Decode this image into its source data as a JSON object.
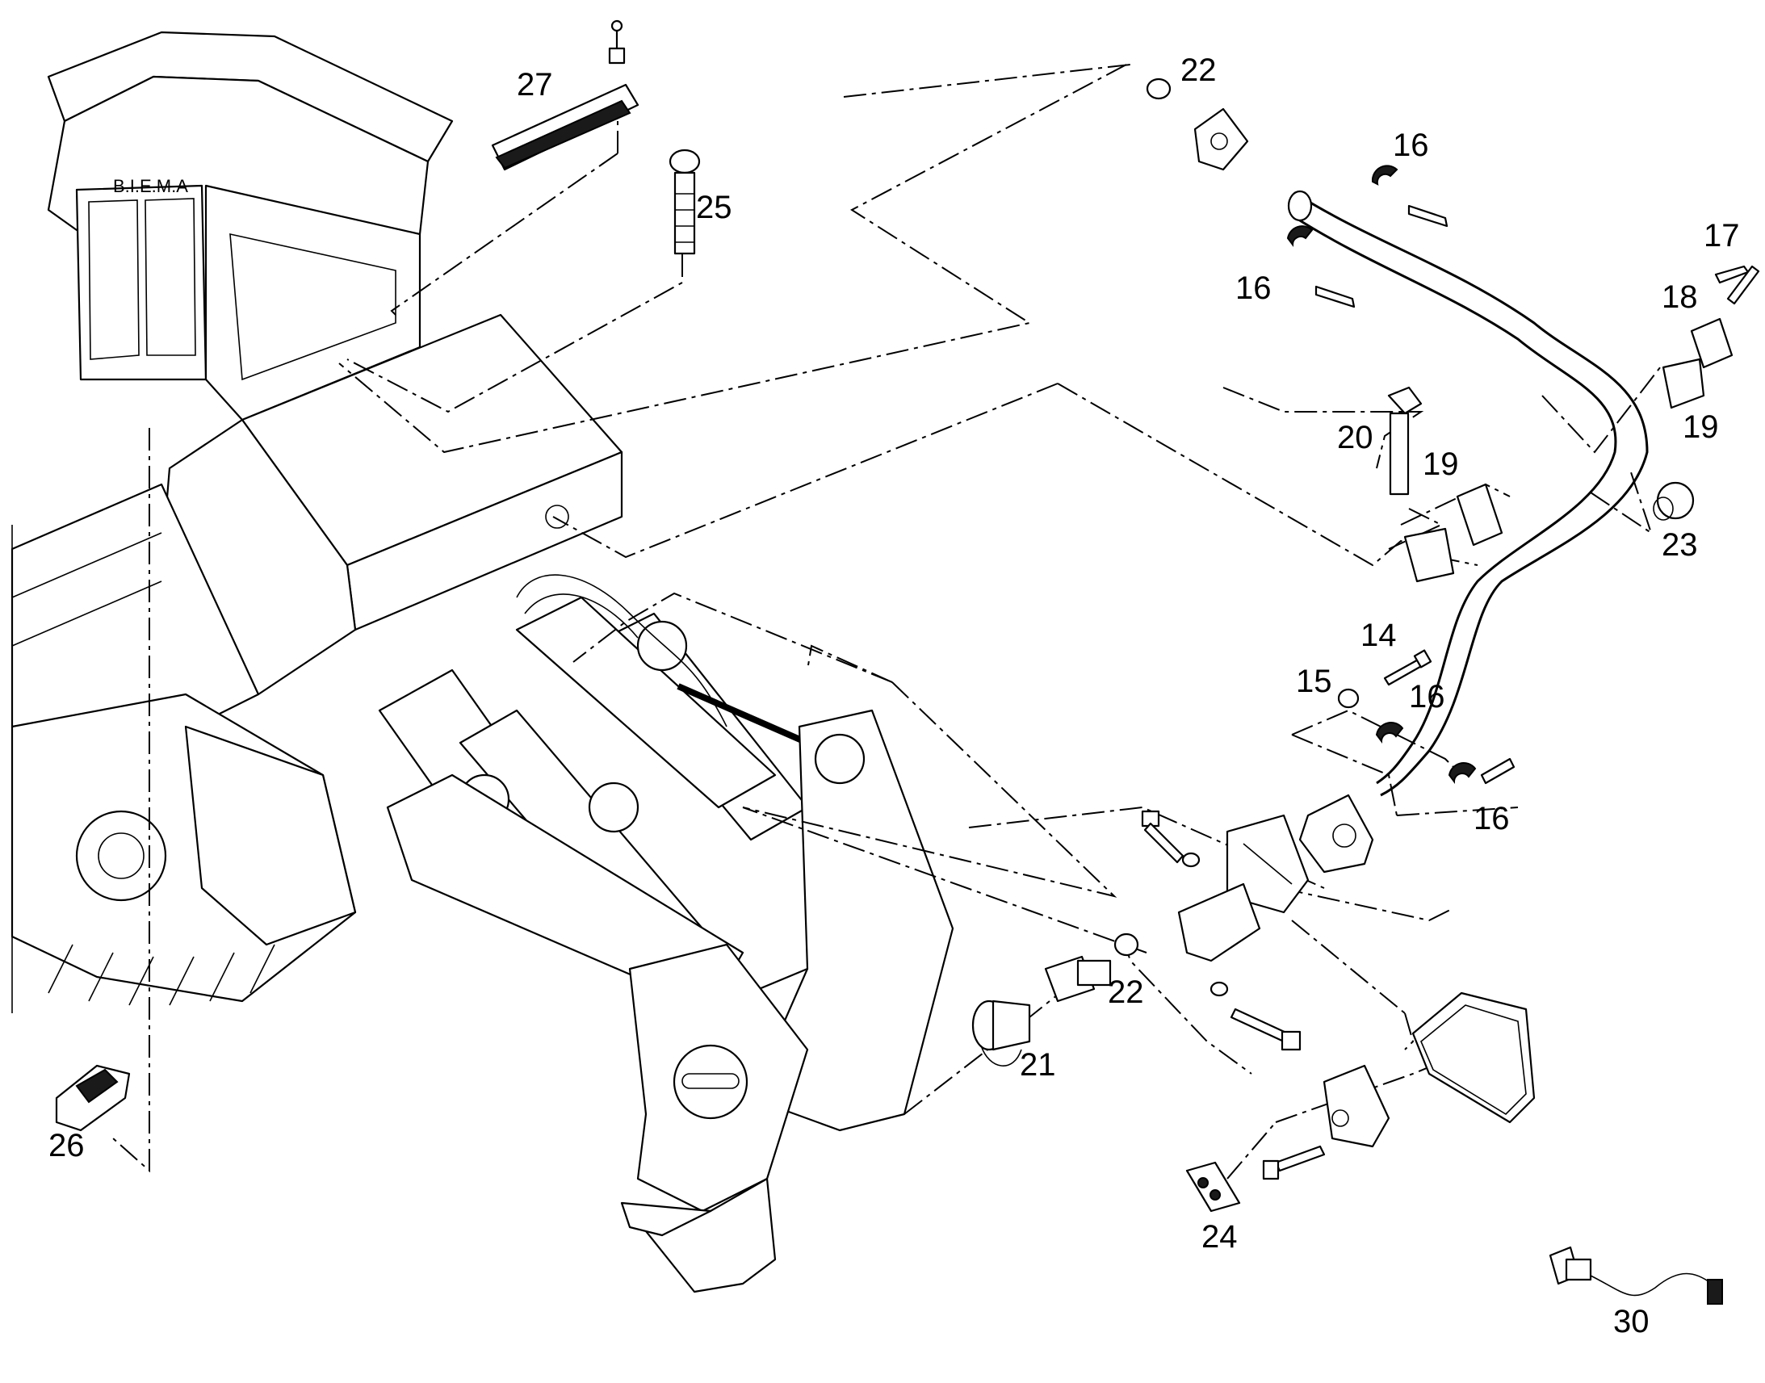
{
  "diagram": {
    "callouts": {
      "c14": "14",
      "c15": "15",
      "c16a": "16",
      "c16b": "16",
      "c16c": "16",
      "c16d": "16",
      "c17": "17",
      "c18": "18",
      "c19a": "19",
      "c19b": "19",
      "c20": "20",
      "c21": "21",
      "c22a": "22",
      "c22b": "22",
      "c23": "23",
      "c24": "24",
      "c25": "25",
      "c26": "26",
      "c27": "27",
      "c30": "30"
    },
    "cab_plate_text": "B.I.E.M.A"
  },
  "colors": {
    "line": "#000000",
    "fill": "#ffffff",
    "background": "#ffffff"
  }
}
